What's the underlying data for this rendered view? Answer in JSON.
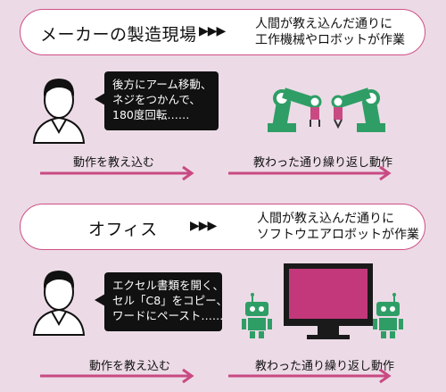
{
  "sections": [
    {
      "title": "メーカーの製造現場",
      "arrows": "▶▶▶",
      "description_line1": "人間が教え込んだ通りに",
      "description_line2": "工作機械やロボットが作業",
      "bubble_lines": [
        "後方にアーム移動、",
        "ネジをつかんで、",
        "180度回転……"
      ],
      "left_caption": "動作を教え込む",
      "right_caption": "教わった通り繰り返し動作"
    },
    {
      "title": "オフィス",
      "arrows": "▶▶▶",
      "description_line1": "人間が教え込んだ通りに",
      "description_line2": "ソフトウエアロボットが作業",
      "bubble_lines": [
        "エクセル書類を開く、",
        "セル「C8」をコピー、",
        "ワードにペースト……"
      ],
      "left_caption": "動作を教え込む",
      "right_caption": "教わった通り繰り返し動作"
    }
  ],
  "colors": {
    "background": "#ecdbe6",
    "accent": "#c94a82",
    "robot_green": "#2f9e66",
    "monitor_screen": "#c2387a"
  }
}
